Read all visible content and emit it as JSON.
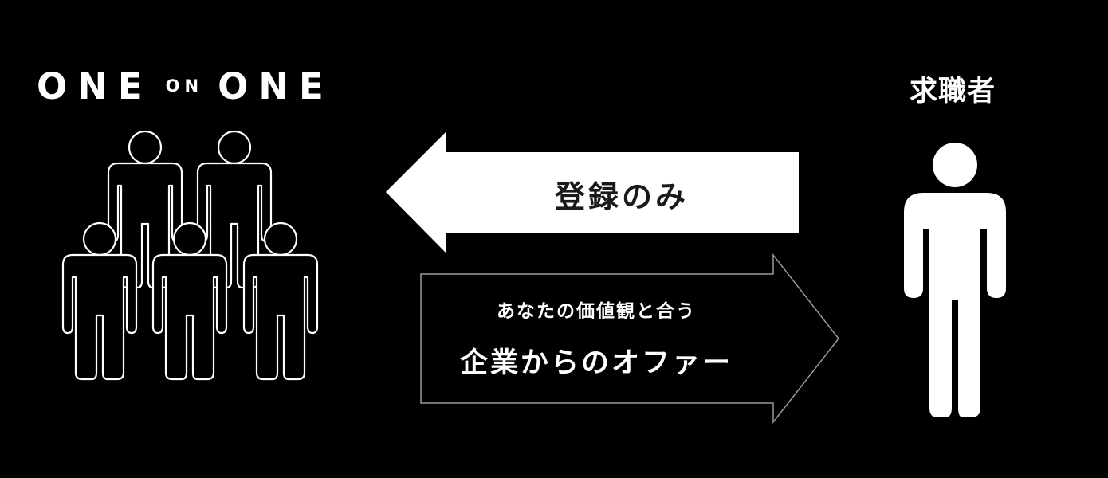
{
  "logo": {
    "part1": "ONE",
    "part2": "ON",
    "part3": "ONE"
  },
  "job_seeker_label": "求職者",
  "left_arrow": {
    "label": "登録のみ"
  },
  "right_arrow": {
    "subtitle": "あなたの価値観と合う",
    "title": "企業からのオファー"
  },
  "colors": {
    "background": "#000000",
    "foreground": "#ffffff",
    "arrow_outline": "#9a9a9a"
  },
  "icons": {
    "company_group": "people-group-outline-icon",
    "job_seeker": "person-solid-icon"
  }
}
